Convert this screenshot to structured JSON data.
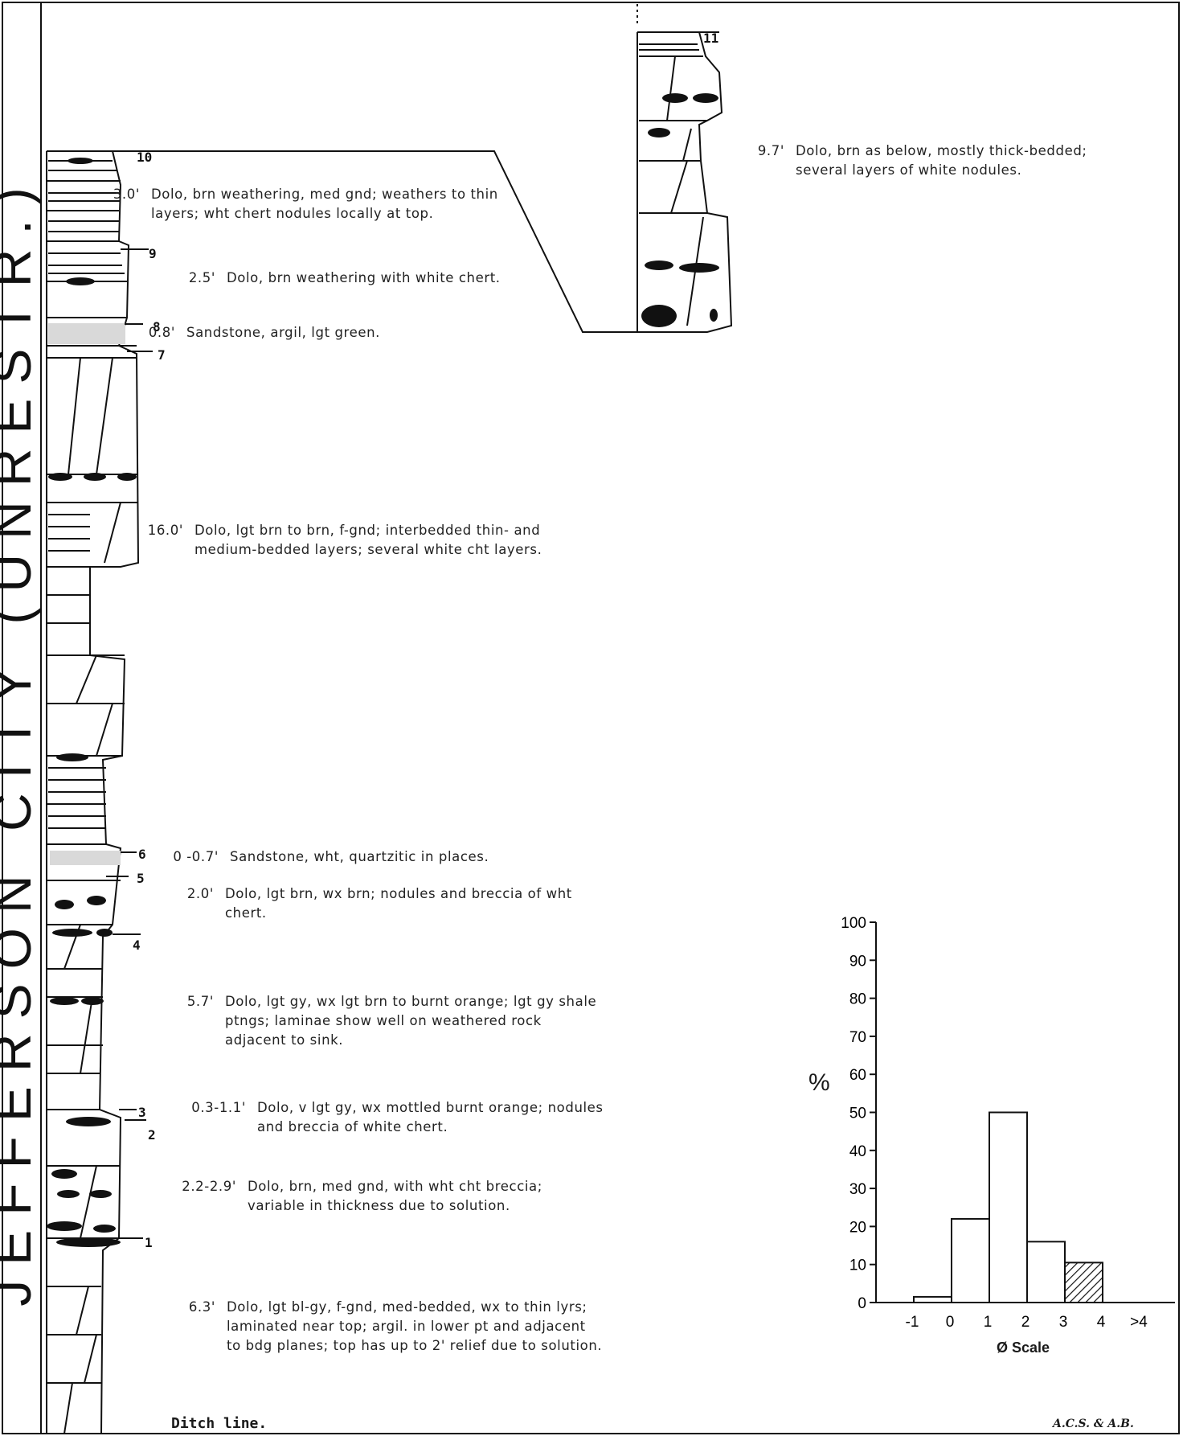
{
  "section_title": "JEFFERSON CITY (UNRESTR.)",
  "bed_numbers": [
    "11",
    "10",
    "9",
    "8",
    "7",
    "6",
    "5",
    "4",
    "3",
    "2",
    "1"
  ],
  "descriptions": [
    {
      "thickness": "9.7'",
      "text": "Dolo, brn as below, mostly thick-bedded; several layers of white nodules."
    },
    {
      "thickness": "3.0'",
      "text": "Dolo, brn weathering, med gnd; weathers to thin layers; wht chert nodules locally at top."
    },
    {
      "thickness": "2.5'",
      "text": "Dolo, brn weathering with white chert."
    },
    {
      "thickness": "0.8'",
      "text": "Sandstone, argil, lgt green."
    },
    {
      "thickness": "16.0'",
      "text": "Dolo, lgt brn to brn, f-gnd; interbedded thin- and medium-bedded layers; several white cht layers."
    },
    {
      "thickness": "0 -0.7'",
      "text": "Sandstone, wht, quartzitic in places."
    },
    {
      "thickness": "2.0'",
      "text": "Dolo, lgt brn, wx brn; nodules and breccia of wht chert."
    },
    {
      "thickness": "5.7'",
      "text": "Dolo, lgt gy, wx lgt brn to burnt orange; lgt gy shale ptngs; laminae show well on weathered rock adjacent to sink."
    },
    {
      "thickness": "0.3-1.1'",
      "text": "Dolo, v lgt gy, wx mottled burnt orange; nodules and breccia of white chert."
    },
    {
      "thickness": "2.2-2.9'",
      "text": "Dolo, brn, med gnd, with wht cht breccia; variable in thickness due to solution."
    },
    {
      "thickness": "6.3'",
      "text": "Dolo, lgt bl-gy, f-gnd, med-bedded, wx to thin lyrs; laminated near top; argil. in lower pt and adjacent to bdg planes; top has up to 2' relief due to solution."
    }
  ],
  "footer": {
    "ditch_line": "Ditch line.",
    "credit": "A.C.S. & A.B."
  },
  "chart_data": {
    "type": "bar",
    "categories": [
      "-1",
      "0",
      "1",
      "2",
      "3",
      "4",
      ">4"
    ],
    "values": [
      0,
      1.5,
      22,
      50,
      16,
      10.5
    ],
    "bin_edges": [
      "-1",
      "0",
      "1",
      "2",
      "3",
      "4",
      ">4"
    ],
    "hatched_last": true,
    "ylabel": "%",
    "xlabel": "Ø Scale",
    "ylim": [
      0,
      100
    ],
    "yticks": [
      "0",
      "10",
      "20",
      "30",
      "40",
      "50",
      "60",
      "70",
      "80",
      "90",
      "100"
    ]
  }
}
